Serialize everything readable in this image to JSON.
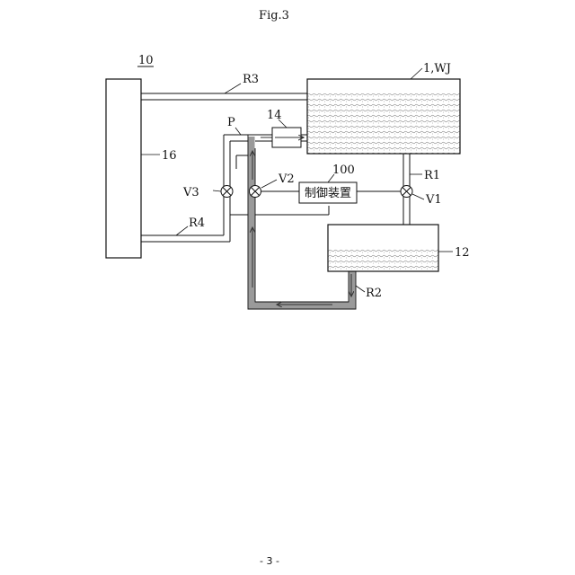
{
  "figure": {
    "title": "Fig.3",
    "system_ref": "10",
    "page_number": "- 3 -"
  },
  "components": {
    "water_jacket": "1,WJ",
    "device_16": "16",
    "tank_12": "12",
    "unit_14": "14",
    "controller_ref": "100",
    "controller_label": "制御装置"
  },
  "lines": {
    "r1": "R1",
    "r2": "R2",
    "r3": "R3",
    "r4": "R4"
  },
  "valves": {
    "v1": "V1",
    "v2": "V2",
    "v3": "V3"
  },
  "pump": "P"
}
